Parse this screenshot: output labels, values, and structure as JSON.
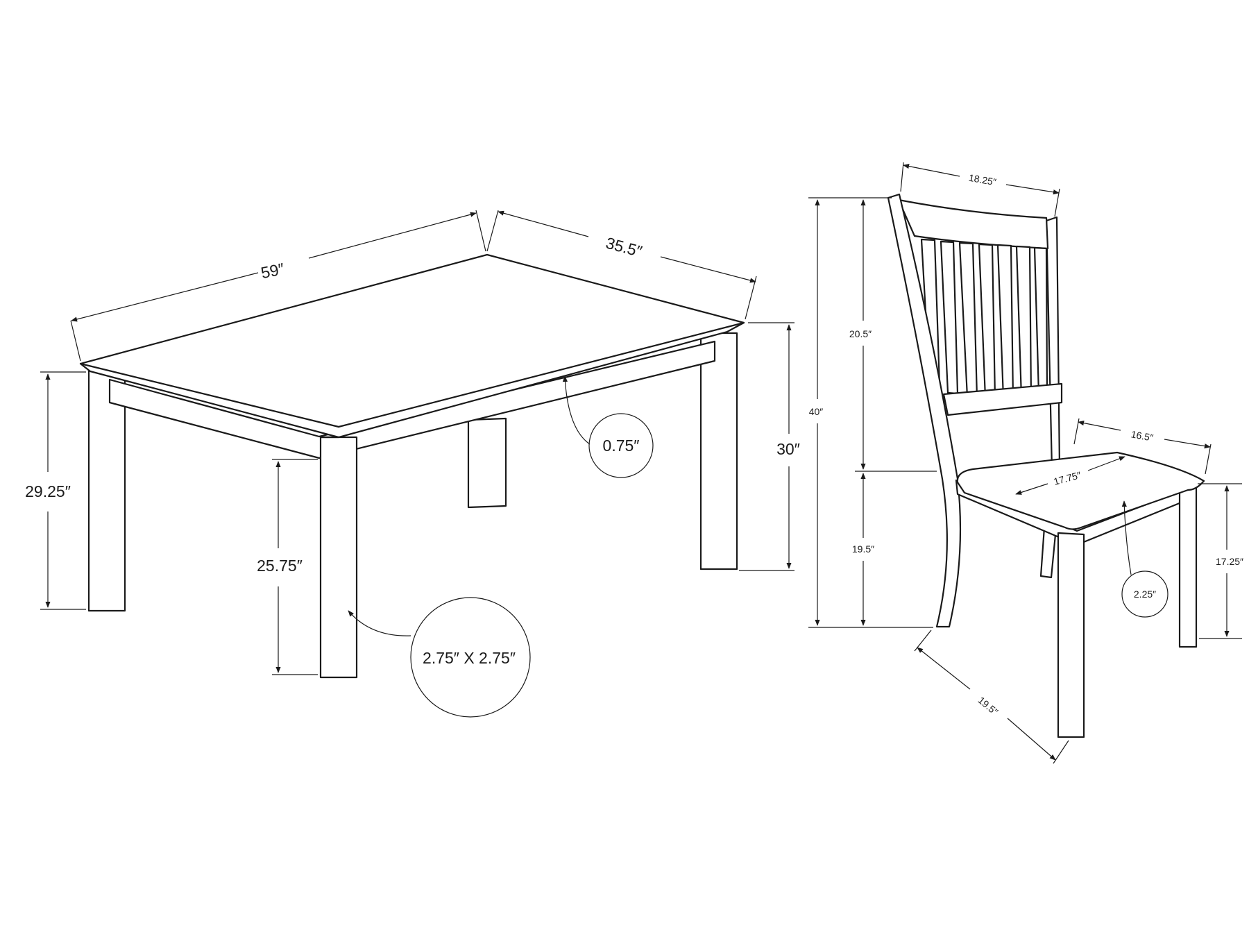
{
  "table": {
    "length": "59″",
    "width": "35.5″",
    "height": "30″",
    "apron_clearance": "29.25″",
    "leg_height": "25.75″",
    "top_thickness": "0.75″",
    "leg_section": "2.75″ X 2.75″"
  },
  "chair": {
    "back_width": "18.25″",
    "back_height": "20.5″",
    "total_height": "40″",
    "seat_height": "19.5″",
    "seat_width": "16.5″",
    "seat_diagonal": "17.75″",
    "seat_depth": "19.5″",
    "apron_height": "17.25″",
    "seat_thickness": "2.25″"
  },
  "colors": {
    "line": "#1a1a1a",
    "background": "#ffffff"
  }
}
